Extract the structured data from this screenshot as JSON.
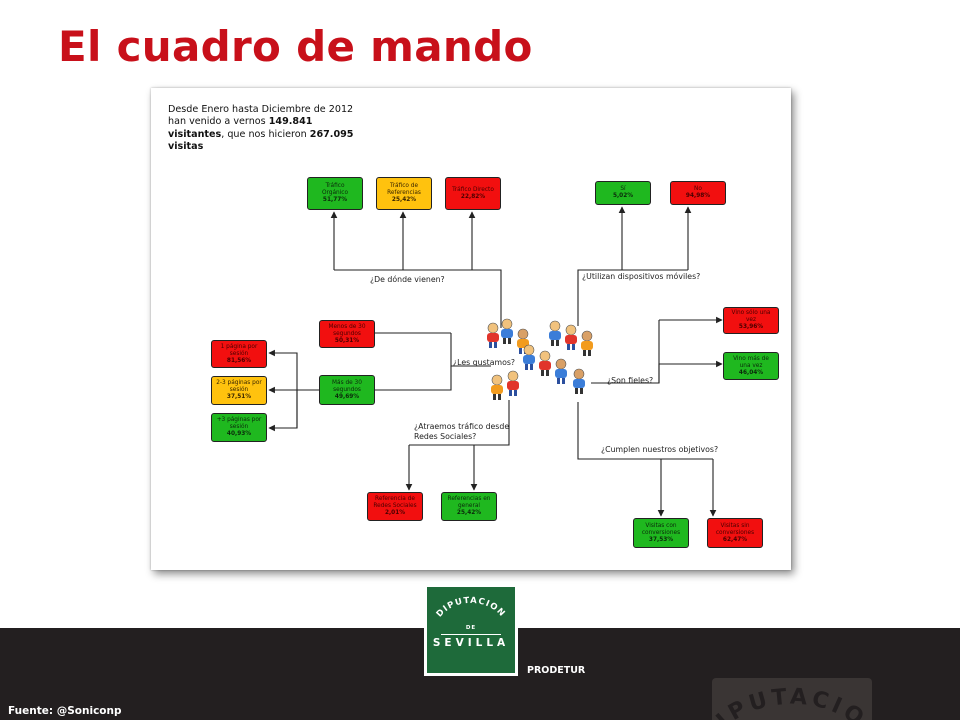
{
  "slide_title": "El cuadro de mando",
  "intro": {
    "line1": "Desde Enero hasta Diciembre de 2012",
    "line2_pre": "han venido a vernos ",
    "line2_bold": "149.841",
    "line3_bold": "visitantes",
    "line3_post": ", que nos hicieron ",
    "line3_bold2": "267.095",
    "line4_bold": "visitas"
  },
  "questions": {
    "origin": "¿De dónde vienen?",
    "mobile": "¿Utilizan dispositivos móviles?",
    "like": "¿Les gustamos?",
    "loyal": "¿Son fieles?",
    "social_l1": "¿Atraemos tráfico desde",
    "social_l2": "Redes Sociales?",
    "goals": "¿Cumplen nuestros objetivos?"
  },
  "boxes": {
    "organic": {
      "label_l1": "Tráfico",
      "label_l2": "Orgánico",
      "value": "51,77%",
      "status": "green"
    },
    "referral": {
      "label_l1": "Tráfico de",
      "label_l2": "Referencias",
      "value": "25,42%",
      "status": "yellow"
    },
    "direct": {
      "label_l1": "Tráfico Directo",
      "label_l2": "",
      "value": "22,82%",
      "status": "red"
    },
    "mobile_yes": {
      "label_l1": "Sí",
      "label_l2": "",
      "value": "5,02%",
      "status": "green"
    },
    "mobile_no": {
      "label_l1": "No",
      "label_l2": "",
      "value": "94,98%",
      "status": "red"
    },
    "less30": {
      "label_l1": "Menos de 30",
      "label_l2": "segundos",
      "value": "50,31%",
      "status": "red"
    },
    "more30": {
      "label_l1": "Más de 30",
      "label_l2": "segundos",
      "value": "49,69%",
      "status": "green"
    },
    "page1": {
      "label_l1": "1 página por",
      "label_l2": "sesión",
      "value": "81,56%",
      "status": "red"
    },
    "page23": {
      "label_l1": "2-3 páginas por",
      "label_l2": "sesión",
      "value": "37,51%",
      "status": "yellow"
    },
    "page3plus": {
      "label_l1": "+3 páginas por",
      "label_l2": "sesión",
      "value": "40,93%",
      "status": "green"
    },
    "once": {
      "label_l1": "Vino sólo una",
      "label_l2": "vez",
      "value": "53,96%",
      "status": "red"
    },
    "more_than_once": {
      "label_l1": "Vino más de",
      "label_l2": "una vez",
      "value": "46,04%",
      "status": "green"
    },
    "social_ref": {
      "label_l1": "Referencia de",
      "label_l2": "Redes Sociales",
      "value": "2,01%",
      "status": "red"
    },
    "general_ref": {
      "label_l1": "Referencias en",
      "label_l2": "general",
      "value": "25,42%",
      "status": "green"
    },
    "with_conv": {
      "label_l1": "Visitas con",
      "label_l2": "conversiones",
      "value": "37,53%",
      "status": "green"
    },
    "without_conv": {
      "label_l1": "Visitas sin",
      "label_l2": "conversiones",
      "value": "62,47%",
      "status": "red"
    }
  },
  "colors": {
    "green": "#1fb81f",
    "yellow": "#ffc20e",
    "red": "#f20f0f",
    "title": "#c8101a"
  },
  "footer": {
    "source": "Fuente: @Soniconp",
    "partner": "PRODETUR",
    "logo_top": "DIPUTACION",
    "logo_mid": "DE",
    "logo_bottom": "SEVILLA",
    "corner_logo": "DIPUTACION"
  }
}
